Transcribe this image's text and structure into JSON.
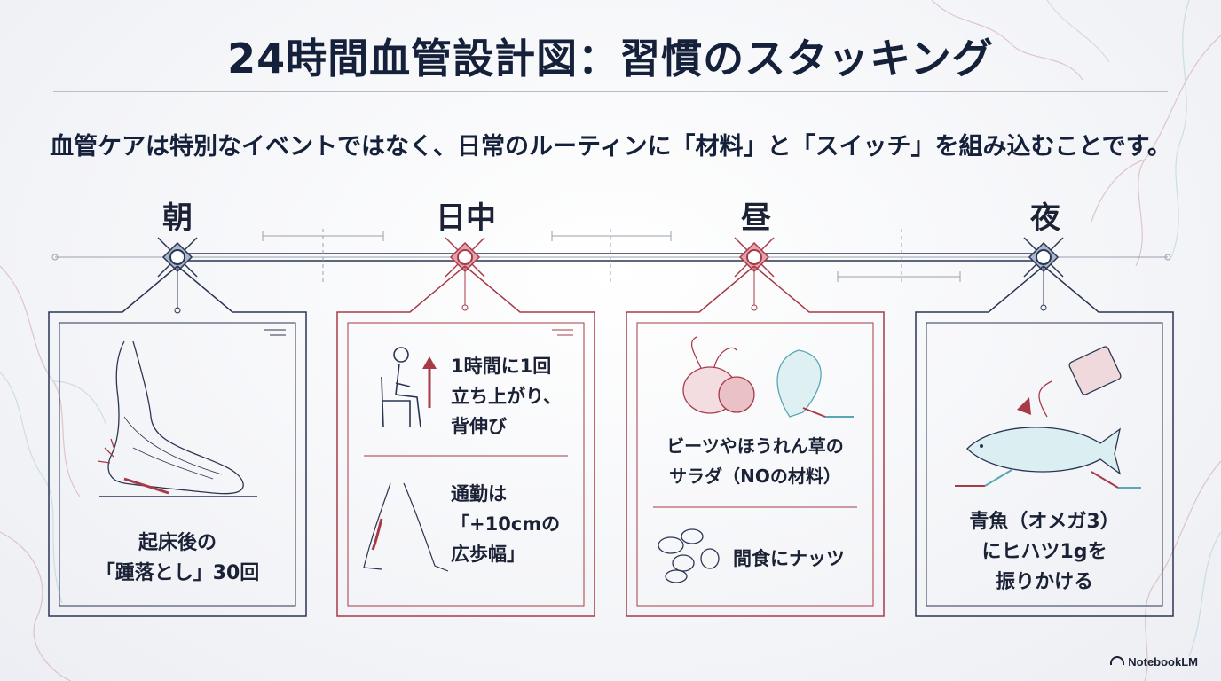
{
  "title": "24時間血管設計図：習慣のスタッキング",
  "subtitle": "血管ケアは特別なイベントではなく、日常のルーティンに「材料」と「スイッチ」を組み込むことです。",
  "periods": [
    {
      "label": "朝"
    },
    {
      "label": "日中"
    },
    {
      "label": "昼"
    },
    {
      "label": "夜"
    }
  ],
  "cards": {
    "morning": {
      "text_line1": "起床後の",
      "text_line2": "「踵落とし」30回"
    },
    "daytime": {
      "item1_line1": "1時間に1回",
      "item1_line2": "立ち上がり、",
      "item1_line3": "背伸び",
      "item2_line1": "通勤は",
      "item2_line2": "「+10cmの",
      "item2_line3": "広歩幅」"
    },
    "noon": {
      "item1_line1": "ビーツやほうれん草の",
      "item1_line2": "サラダ（NOの材料）",
      "item2": "間食にナッツ"
    },
    "night": {
      "text_line1": "青魚（オメガ3）",
      "text_line2": "にヒハツ1gを",
      "text_line3": "振りかける"
    }
  },
  "colors": {
    "navy": "#2a3552",
    "red": "#a83a48",
    "teal": "#5aa6b5",
    "bg": "#f4f5f8"
  },
  "brand": "NotebookLM"
}
